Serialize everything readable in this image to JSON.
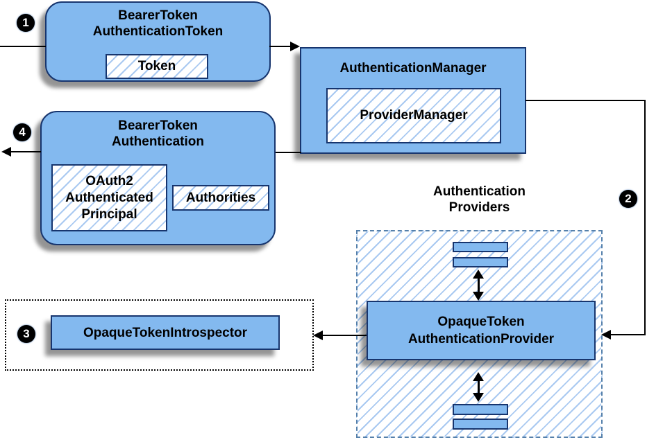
{
  "badges": {
    "step1": "1",
    "step2": "2",
    "step3": "3",
    "step4": "4"
  },
  "nodes": {
    "bearer_token_authentication_token": {
      "title": "BearerToken\nAuthenticationToken",
      "child_token": "Token"
    },
    "authentication_manager": {
      "title": "AuthenticationManager",
      "child_provider_manager": "ProviderManager"
    },
    "bearer_token_authentication": {
      "title": "BearerToken\nAuthentication",
      "child_principal": "OAuth2\nAuthenticated\nPrincipal",
      "child_authorities": "Authorities"
    },
    "authentication_providers": {
      "label": "Authentication\nProviders"
    },
    "opaque_token_authentication_provider": {
      "title": "OpaqueToken\nAuthenticationProvider"
    },
    "opaque_token_introspector": {
      "title": "OpaqueTokenIntrospector"
    }
  },
  "colors": {
    "node_fill": "#83b9ef",
    "node_border": "#17356e",
    "hatch_line": "#a9c9f1",
    "dashed_border": "#5580ab",
    "arrow": "#000000",
    "badge_bg": "#000000",
    "badge_text": "#ffffff"
  }
}
